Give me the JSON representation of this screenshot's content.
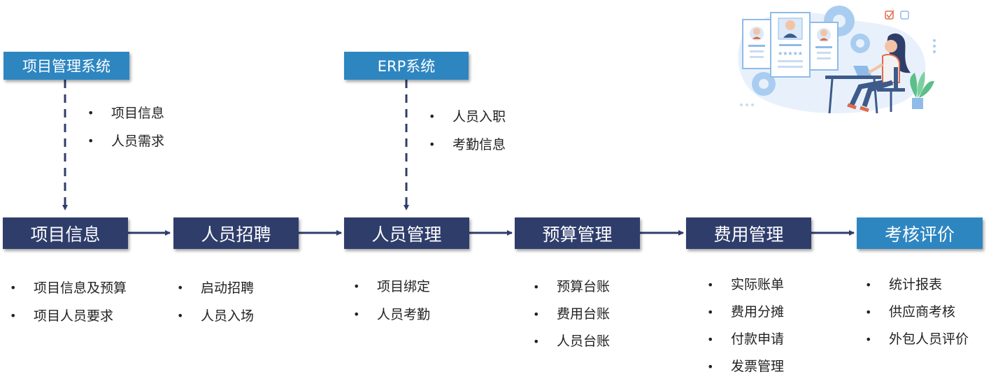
{
  "sources": [
    {
      "label": "项目管理系统",
      "bullets": [
        "项目信息",
        "人员需求"
      ]
    },
    {
      "label": "ERP系统",
      "bullets": [
        "人员入职",
        "考勤信息"
      ]
    }
  ],
  "stages": [
    {
      "label": "项目信息",
      "bullets": [
        "项目信息及预算",
        "项目人员要求"
      ]
    },
    {
      "label": "人员招聘",
      "bullets": [
        "启动招聘",
        "人员入场"
      ]
    },
    {
      "label": "人员管理",
      "bullets": [
        "项目绑定",
        "人员考勤"
      ]
    },
    {
      "label": "预算管理",
      "bullets": [
        "预算台账",
        "费用台账",
        "人员台账"
      ]
    },
    {
      "label": "费用管理",
      "bullets": [
        "实际账单",
        "费用分摊",
        "付款申请",
        "发票管理"
      ]
    },
    {
      "label": "考核评价",
      "bullets": [
        "统计报表",
        "供应商考核",
        "外包人员评价"
      ]
    }
  ],
  "colors": {
    "stage": "#2f3d6b",
    "accent": "#2e86c1",
    "arrow": "#2f3d6b"
  },
  "illustration": {
    "icon": "recruitment-candidates-illustration"
  }
}
